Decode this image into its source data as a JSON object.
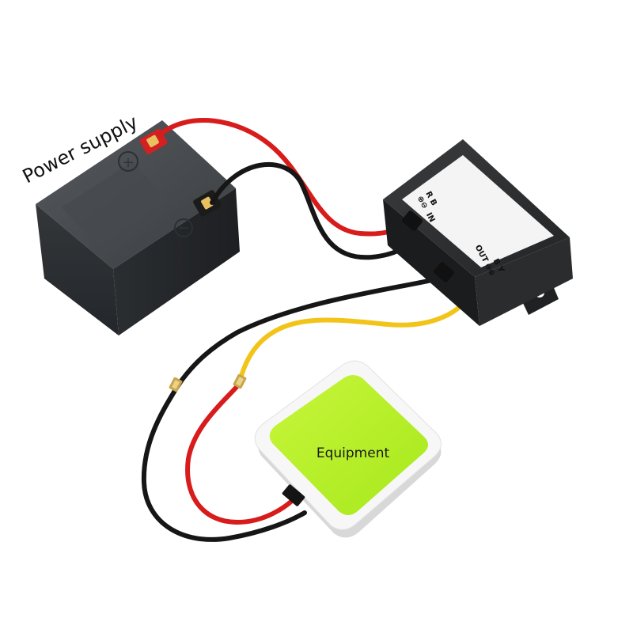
{
  "labels": {
    "power_supply": "Power supply",
    "equipment": "Equipment"
  },
  "converter": {
    "input_colors": "R B",
    "input_label": "IN",
    "output_colors": "B Y",
    "output_label": "OUT"
  },
  "battery": {
    "positive_symbol": "+",
    "negative_symbol": "−"
  },
  "colors": {
    "red_wire": "#d81b1b",
    "black_wire": "#161616",
    "yellow_wire": "#f2c419",
    "battery_body": "#3a3d40",
    "converter_body": "#2a2c2e",
    "equipment_face": "#b8f22a"
  }
}
